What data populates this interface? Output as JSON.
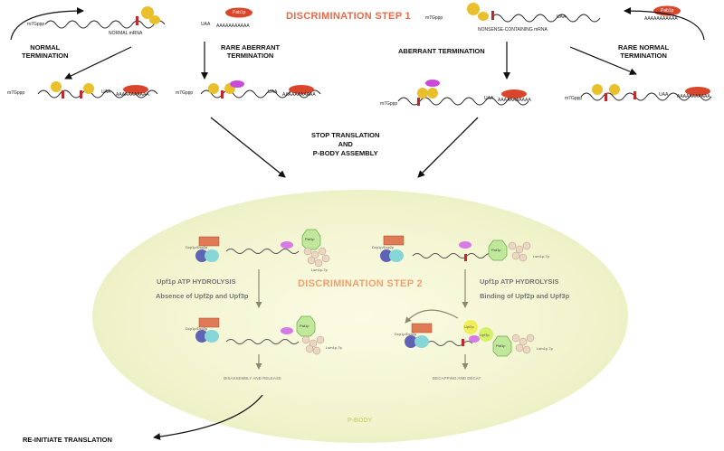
{
  "title_step1": "DISCRIMINATION STEP 1",
  "title_step2": "DISCRIMINATION STEP 2",
  "left_top": {
    "mrna_label": "NORMAL mRNA",
    "arrow_left_label": "NORMAL\nTERMINATION",
    "arrow_down_label": "RARE ABERRANT\nTERMINATION"
  },
  "right_top": {
    "mrna_label": "NONSENSE-CONTAINING mRNA",
    "arrow_down_label": "ABERRANT TERMINATION",
    "arrow_right_label": "RARE NORMAL\nTERMINATION"
  },
  "center_label": "STOP TRANSLATION\nAND\nP-BODY ASSEMBLY",
  "mrna": {
    "cap": "m7Gppp",
    "stop": "UAA",
    "polyA": "AAAAAAAAAAA",
    "pab": "Pab1p",
    "upf": "Upf1p"
  },
  "pbody": {
    "left_text1": "Upf1p ATP HYDROLYSIS",
    "left_text2": "Absence of Upf2p and Upf3p",
    "right_text1": "Upf1p ATP HYDROLYSIS",
    "right_text2": "Binding of Upf2p and Upf3p",
    "left_outcome": "DISASSEMBLY AND RELEASE",
    "right_outcome": "DECAPPING AND DECAY",
    "label": "P-BODY",
    "dcp_label": "Dcp1p/Dcp2p",
    "dhh_label": "Dhh1p",
    "lsm_label": "Lsm1p-7p",
    "pat_label": "Pat1p",
    "upf2_label": "Upf2p",
    "upf3_label": "Upf3p"
  },
  "bottom_label": "RE-INITIATE TRANSLATION"
}
